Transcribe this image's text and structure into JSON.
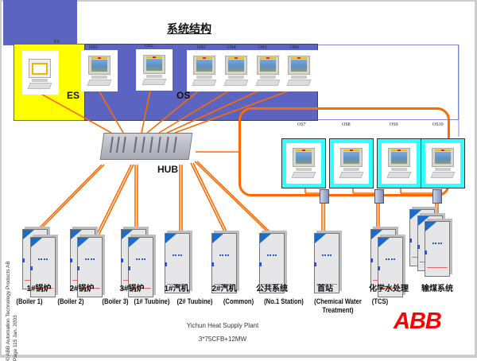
{
  "title": "系统结构",
  "es_group": {
    "label": "ES",
    "station": "ES"
  },
  "os_group": {
    "label": "OS",
    "stations": [
      "OS1",
      "OS2",
      "OS3",
      "OS4",
      "OS5",
      "OS6"
    ]
  },
  "remote_stations": [
    "OS7",
    "OS8",
    "OS9",
    "OS10"
  ],
  "hub_label": "HUB",
  "units": [
    {
      "cn": "1#锅炉",
      "en": "(Boiler 1)"
    },
    {
      "cn": "2#锅炉",
      "en": "(Boiler 2)"
    },
    {
      "cn": "3#锅炉",
      "en": "(Boiler 3)"
    },
    {
      "cn": "1#汽机",
      "en": "(1# Tuubine)"
    },
    {
      "cn": "2#汽机",
      "en": "(2# Tuubine)"
    },
    {
      "cn": "公共系统",
      "en": "(Common)"
    },
    {
      "cn": "首站",
      "en": "(No.1 Station)"
    },
    {
      "cn": "化学水处理",
      "en": "(Chemical Water Treatment)"
    },
    {
      "cn": "输煤系统",
      "en": "(TCS)"
    }
  ],
  "footer": {
    "plant": "Yichun Heat  Supply Plant",
    "config": "3*75CFB+12MW"
  },
  "logo": "ABB",
  "copyright": "© ABB Automation Technology Products  AB",
  "page_info": "Page 115   Jan. 2003",
  "colors": {
    "accent_blue": "#5b65c1",
    "es_yellow": "#ffff00",
    "network_orange": "#ff6a00",
    "cyan": "#33ffff",
    "abb_red": "#ff0000"
  }
}
